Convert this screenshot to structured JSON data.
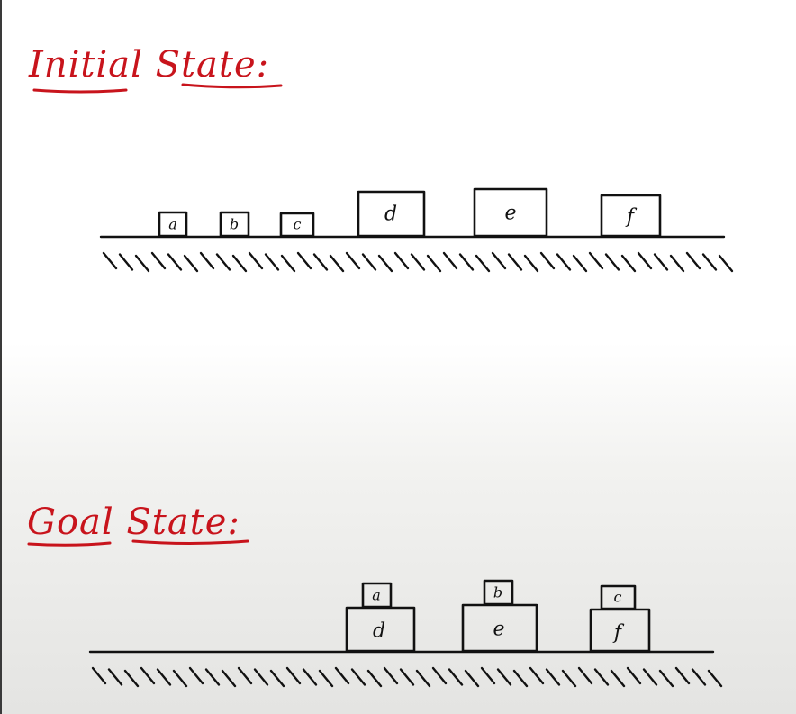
{
  "initial_state": {
    "title": "Initial State:",
    "blocks": [
      {
        "label": "a",
        "size": "small",
        "on": "table"
      },
      {
        "label": "b",
        "size": "small",
        "on": "table"
      },
      {
        "label": "c",
        "size": "small",
        "on": "table"
      },
      {
        "label": "d",
        "size": "large",
        "on": "table"
      },
      {
        "label": "e",
        "size": "large",
        "on": "table"
      },
      {
        "label": "f",
        "size": "large",
        "on": "table"
      }
    ]
  },
  "goal_state": {
    "title": "Goal State:",
    "blocks": [
      {
        "label": "d",
        "size": "large",
        "on": "table"
      },
      {
        "label": "a",
        "size": "small",
        "on": "d"
      },
      {
        "label": "e",
        "size": "large",
        "on": "table"
      },
      {
        "label": "b",
        "size": "small",
        "on": "e"
      },
      {
        "label": "f",
        "size": "large",
        "on": "table"
      },
      {
        "label": "c",
        "size": "small",
        "on": "f"
      }
    ]
  },
  "colors": {
    "heading": "#c8141c",
    "ink": "#111111"
  }
}
